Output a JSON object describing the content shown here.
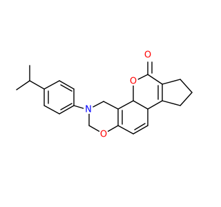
{
  "molecule": {
    "atoms": {
      "carbonyl_oxygen": {
        "label": "O"
      },
      "ring_oxygen_lactone": {
        "label": "O"
      },
      "ring_oxygen_oxazine": {
        "label": "O"
      },
      "nitrogen": {
        "label": "N"
      }
    },
    "colors": {
      "oxygen": "#ff0000",
      "nitrogen": "#0000ff",
      "bond": "#000000"
    }
  }
}
